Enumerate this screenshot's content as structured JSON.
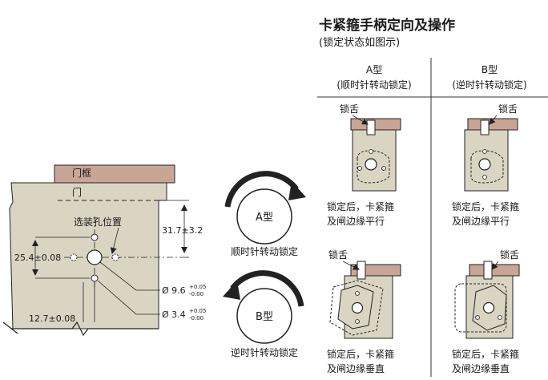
{
  "header": {
    "title": "卡紧箍手柄定向及操作",
    "subtitle": "(锁定状态如图示)"
  },
  "types": {
    "a": {
      "name": "A型",
      "desc": "(顺时针转动锁定)"
    },
    "b": {
      "name": "B型",
      "desc": "(逆时针转动锁定)"
    }
  },
  "labels": {
    "latch_tongue": "锁舌",
    "door_frame": "门框",
    "door": "门",
    "mount_hole": "选装孔位置",
    "parallel_1": "锁定后，卡紧箍",
    "parallel_2": "及闸边缘平行",
    "perpendicular_1": "锁定后，卡紧箍",
    "perpendicular_2": "及闸边缘垂直"
  },
  "rotation": {
    "a": {
      "badge": "A型",
      "caption": "顺时针转动锁定"
    },
    "b": {
      "badge": "B型",
      "caption": "逆时针转动锁定"
    }
  },
  "dimensions": {
    "d1": "31.7±3.2",
    "d2": "25.4±0.08",
    "d3": "12.7±0.08",
    "hole_large": "Ø 9.6",
    "hole_large_tol_up": "+0.05",
    "hole_large_tol_dn": "-0.00",
    "hole_small": "Ø 3.4",
    "hole_small_tol_up": "+0.05",
    "hole_small_tol_dn": "-0.00"
  },
  "colors": {
    "panel": "#d9d5c2",
    "frame": "#c9a596",
    "line": "#222222"
  }
}
